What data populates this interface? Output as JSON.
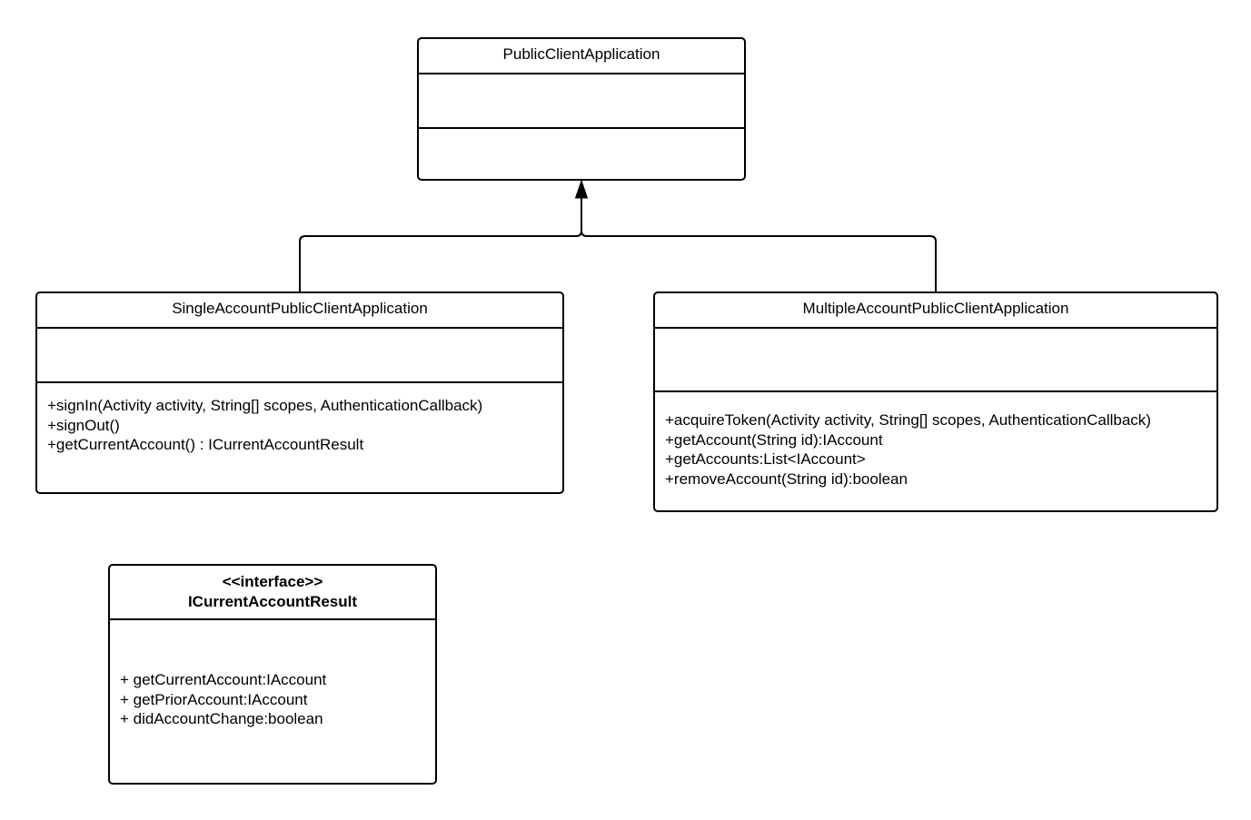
{
  "diagram": {
    "classes": {
      "public_client": {
        "name": "PublicClientApplication",
        "attributes": [],
        "methods": []
      },
      "single_account": {
        "name": "SingleAccountPublicClientApplication",
        "attributes": [],
        "methods": [
          "+signIn(Activity activity, String[] scopes, AuthenticationCallback)",
          "+signOut()",
          "+getCurrentAccount() : ICurrentAccountResult"
        ]
      },
      "multiple_account": {
        "name": "MultipleAccountPublicClientApplication",
        "attributes": [],
        "methods": [
          "+acquireToken(Activity activity, String[] scopes, AuthenticationCallback)",
          "+getAccount(String id):IAccount",
          "+getAccounts:List<IAccount>",
          "+removeAccount(String id):boolean"
        ]
      },
      "current_account_result": {
        "stereotype": "<<interface>>",
        "name": "ICurrentAccountResult",
        "methods": [
          "+ getCurrentAccount:IAccount",
          "+ getPriorAccount:IAccount",
          "+ didAccountChange:boolean"
        ]
      }
    },
    "relationships": [
      {
        "type": "generalization",
        "from": "SingleAccountPublicClientApplication",
        "to": "PublicClientApplication"
      },
      {
        "type": "generalization",
        "from": "MultipleAccountPublicClientApplication",
        "to": "PublicClientApplication"
      }
    ],
    "colors": {
      "line": "#000000",
      "background": "#ffffff"
    }
  }
}
